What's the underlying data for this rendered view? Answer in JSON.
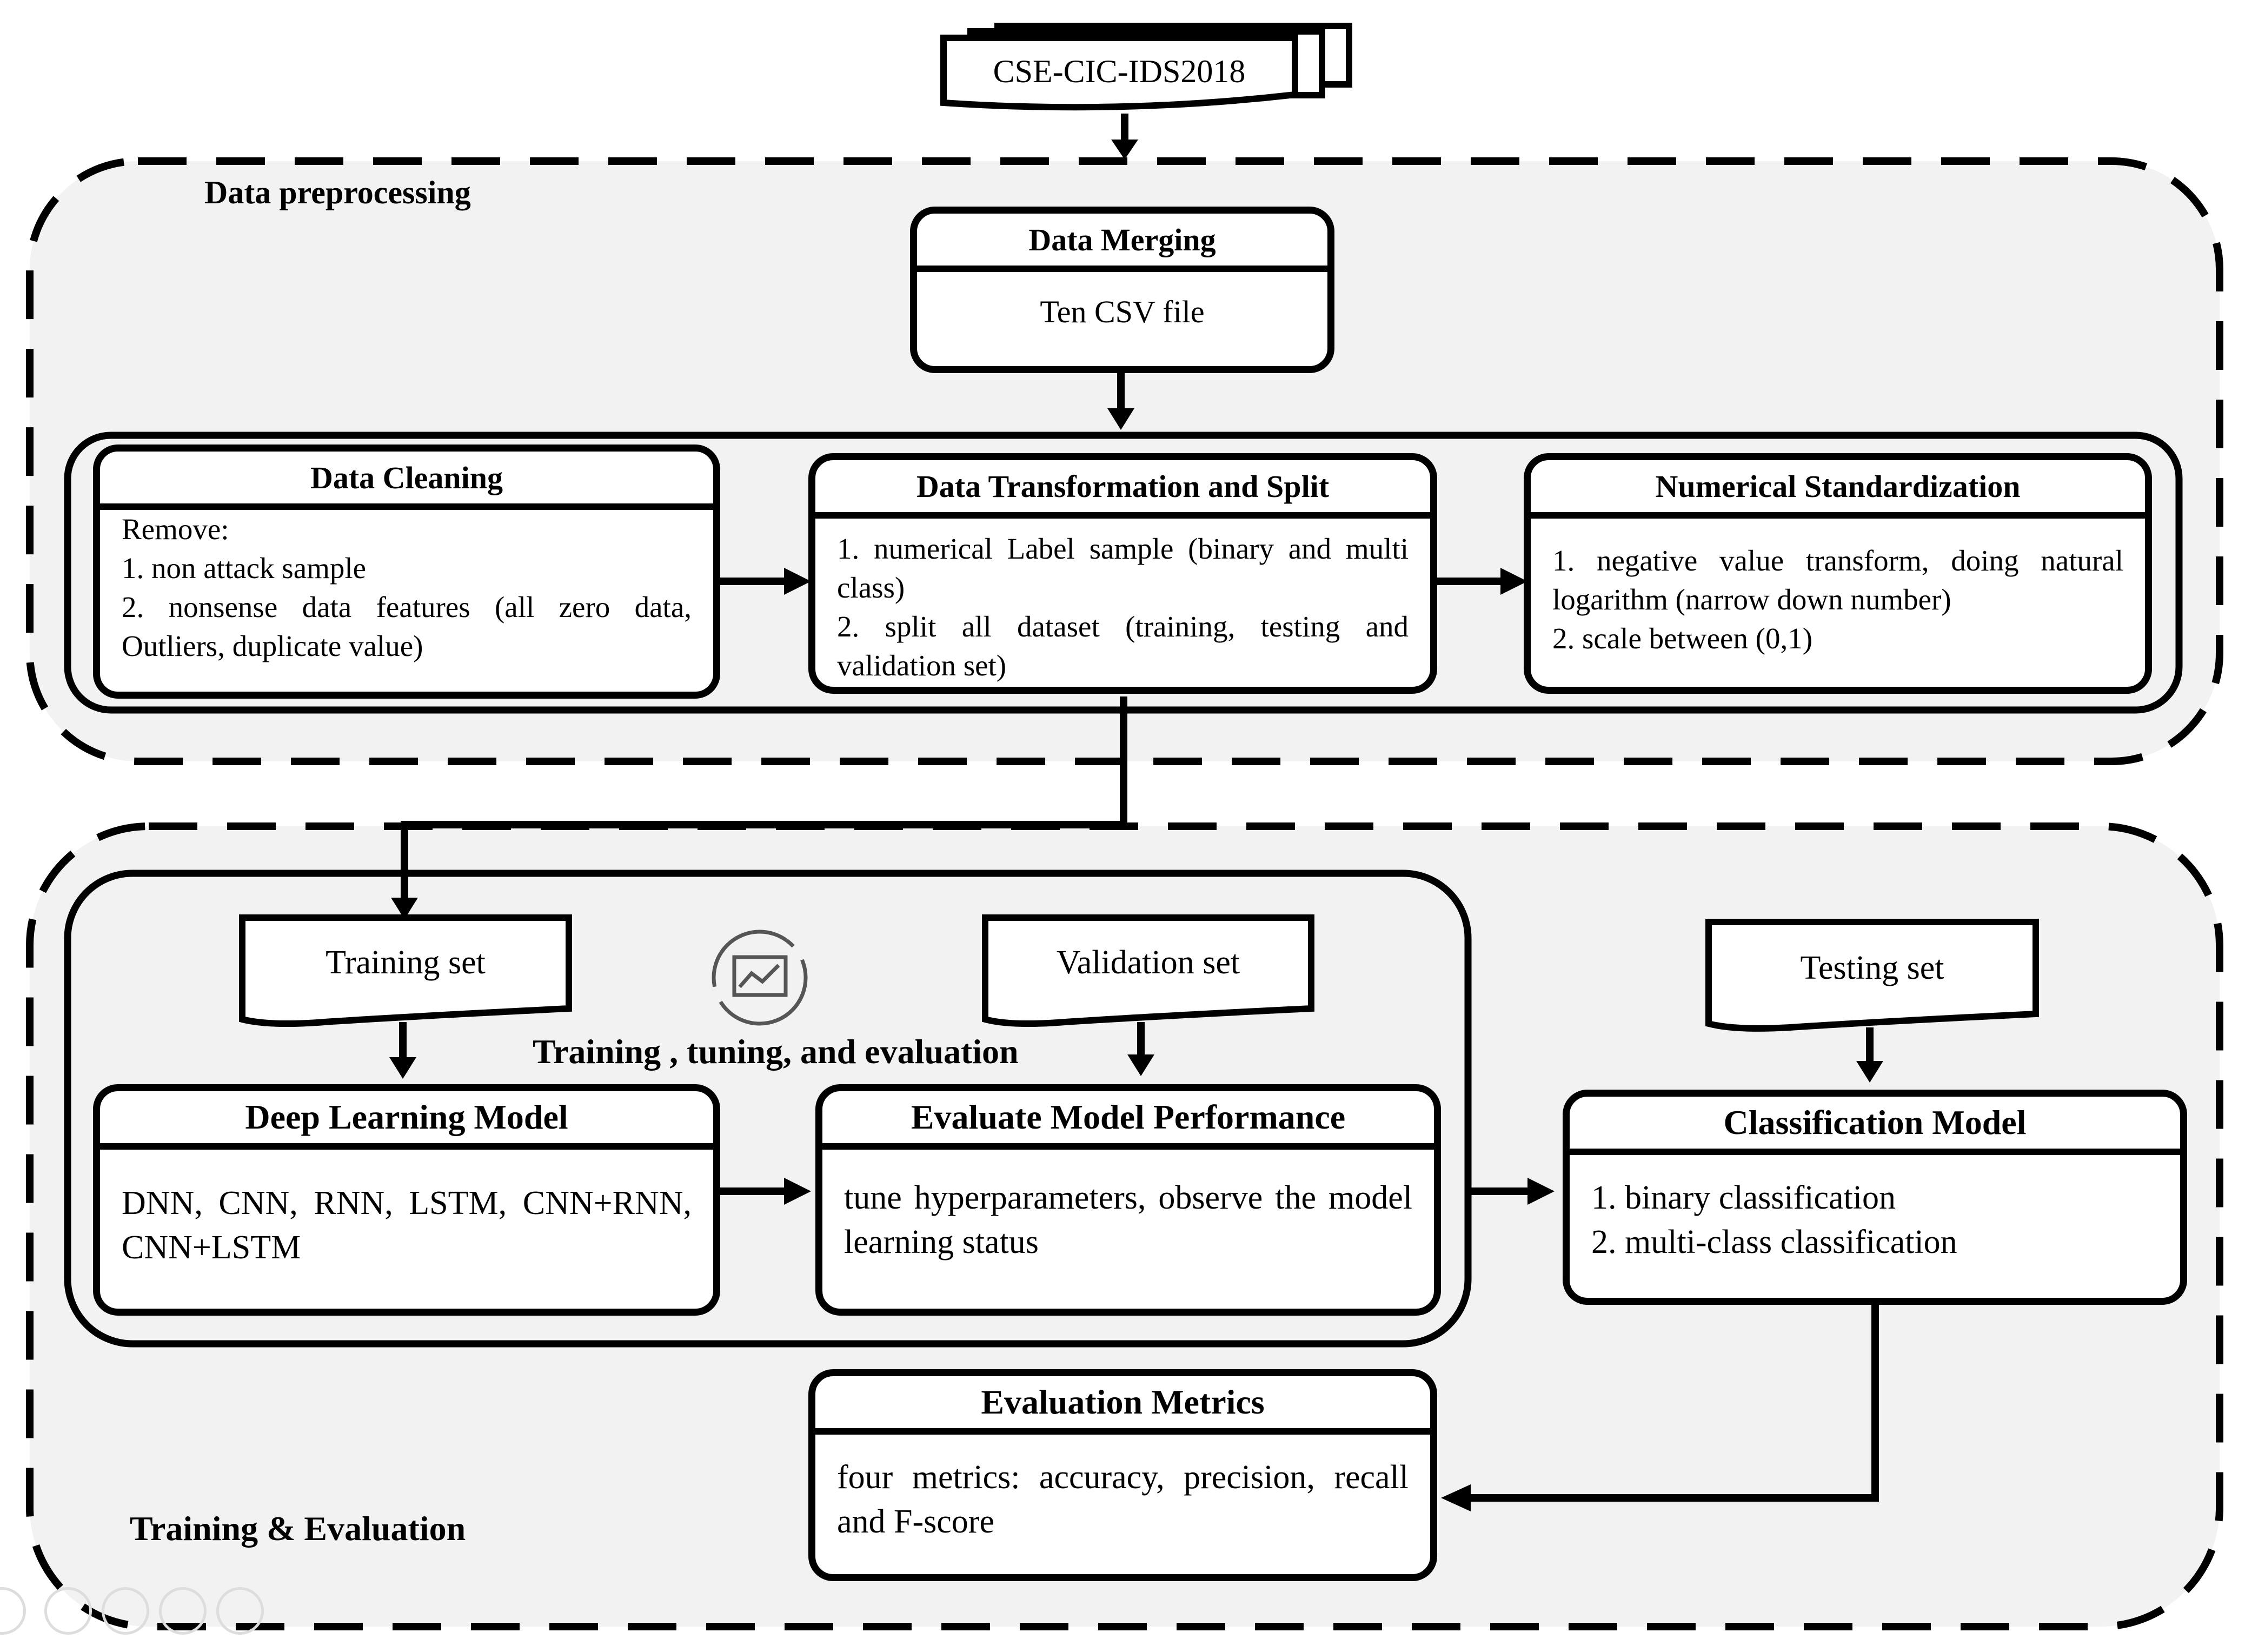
{
  "dataset": "CSE-CIC-IDS2018",
  "preprocessing": {
    "title": "Data preprocessing",
    "merging": {
      "title": "Data Merging",
      "body": "Ten CSV file"
    },
    "cleaning": {
      "title": "Data Cleaning",
      "lines": [
        "Remove:",
        "1. non attack sample",
        "2. nonsense data features (all zero data, Outliers, duplicate value)"
      ]
    },
    "transformation": {
      "title": "Data Transformation and Split",
      "lines": [
        "1. numerical Label sample (binary and multi class)",
        "2. split all dataset (training, testing and validation set)"
      ]
    },
    "standardization": {
      "title": "Numerical Standardization",
      "lines": [
        "1. negative value transform, doing natural logarithm (narrow down number)",
        "2. scale between (0,1)"
      ]
    }
  },
  "training": {
    "title": "Training & Evaluation",
    "inner_title": "Training , tuning, and evaluation",
    "training_set": "Training set",
    "validation_set": "Validation set",
    "testing_set": "Testing set",
    "deep_model": {
      "title": "Deep Learning Model",
      "body": "DNN, CNN, RNN, LSTM, CNN+RNN, CNN+LSTM"
    },
    "evaluate": {
      "title": "Evaluate Model Performance",
      "body": "tune hyperparameters, observe the model learning status"
    },
    "classification": {
      "title": "Classification Model",
      "lines": [
        "1. binary classification",
        "2. multi-class classification"
      ]
    },
    "metrics": {
      "title": "Evaluation Metrics",
      "body": "four metrics: accuracy, precision, recall and F-score"
    }
  },
  "icons": [
    "training-cycle-icon"
  ]
}
